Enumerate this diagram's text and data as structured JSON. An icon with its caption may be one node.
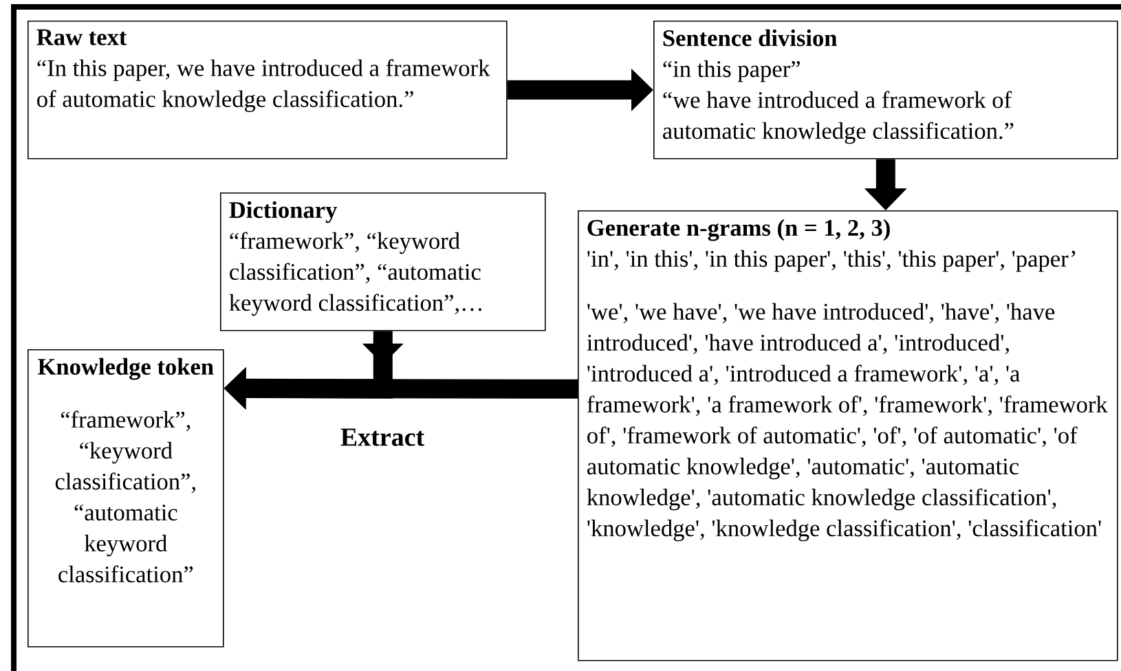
{
  "diagram": {
    "nodes": [
      {
        "text": [
          "Raw text",
          "“In this paper, we have introduced a framework of automatic knowledge classification.”"
        ]
      },
      {
        "text": [
          "Sentence division",
          "“in this paper”",
          "“we have introduced a framework of automatic knowledge classification.”"
        ]
      },
      {
        "text": [
          "Generate n-grams (n = 1, 2, 3)",
          "'in', 'in this', 'in this paper', 'this', 'this paper', 'paper’",
          "'we', 'we have', 'we have introduced', 'have', 'have introduced', 'have introduced a', 'introduced', 'introduced a', 'introduced a framework', 'a', 'a framework', 'a framework of', 'framework', 'framework of', 'framework of automatic', 'of', 'of automatic', 'of automatic knowledge', 'automatic', 'automatic knowledge', 'automatic knowledge classification', 'knowledge', 'knowledge classification', 'classification'"
        ]
      },
      {
        "text": [
          "Dictionary",
          "“framework”, “keyword classification”, “automatic keyword classification”,…"
        ]
      },
      {
        "text": [
          "Knowledge token",
          "“framework”, “keyword classification”, “automatic keyword classification”"
        ]
      }
    ],
    "edges": [
      {
        "from": 0,
        "to": 1,
        "arrow": "to"
      },
      {
        "from": 1,
        "to": 2,
        "arrow": "to"
      },
      {
        "from": 2,
        "to": 4,
        "arrow": "to",
        "label": "Extract"
      },
      {
        "from": 3,
        "to": 4,
        "arrow": "to"
      }
    ]
  }
}
